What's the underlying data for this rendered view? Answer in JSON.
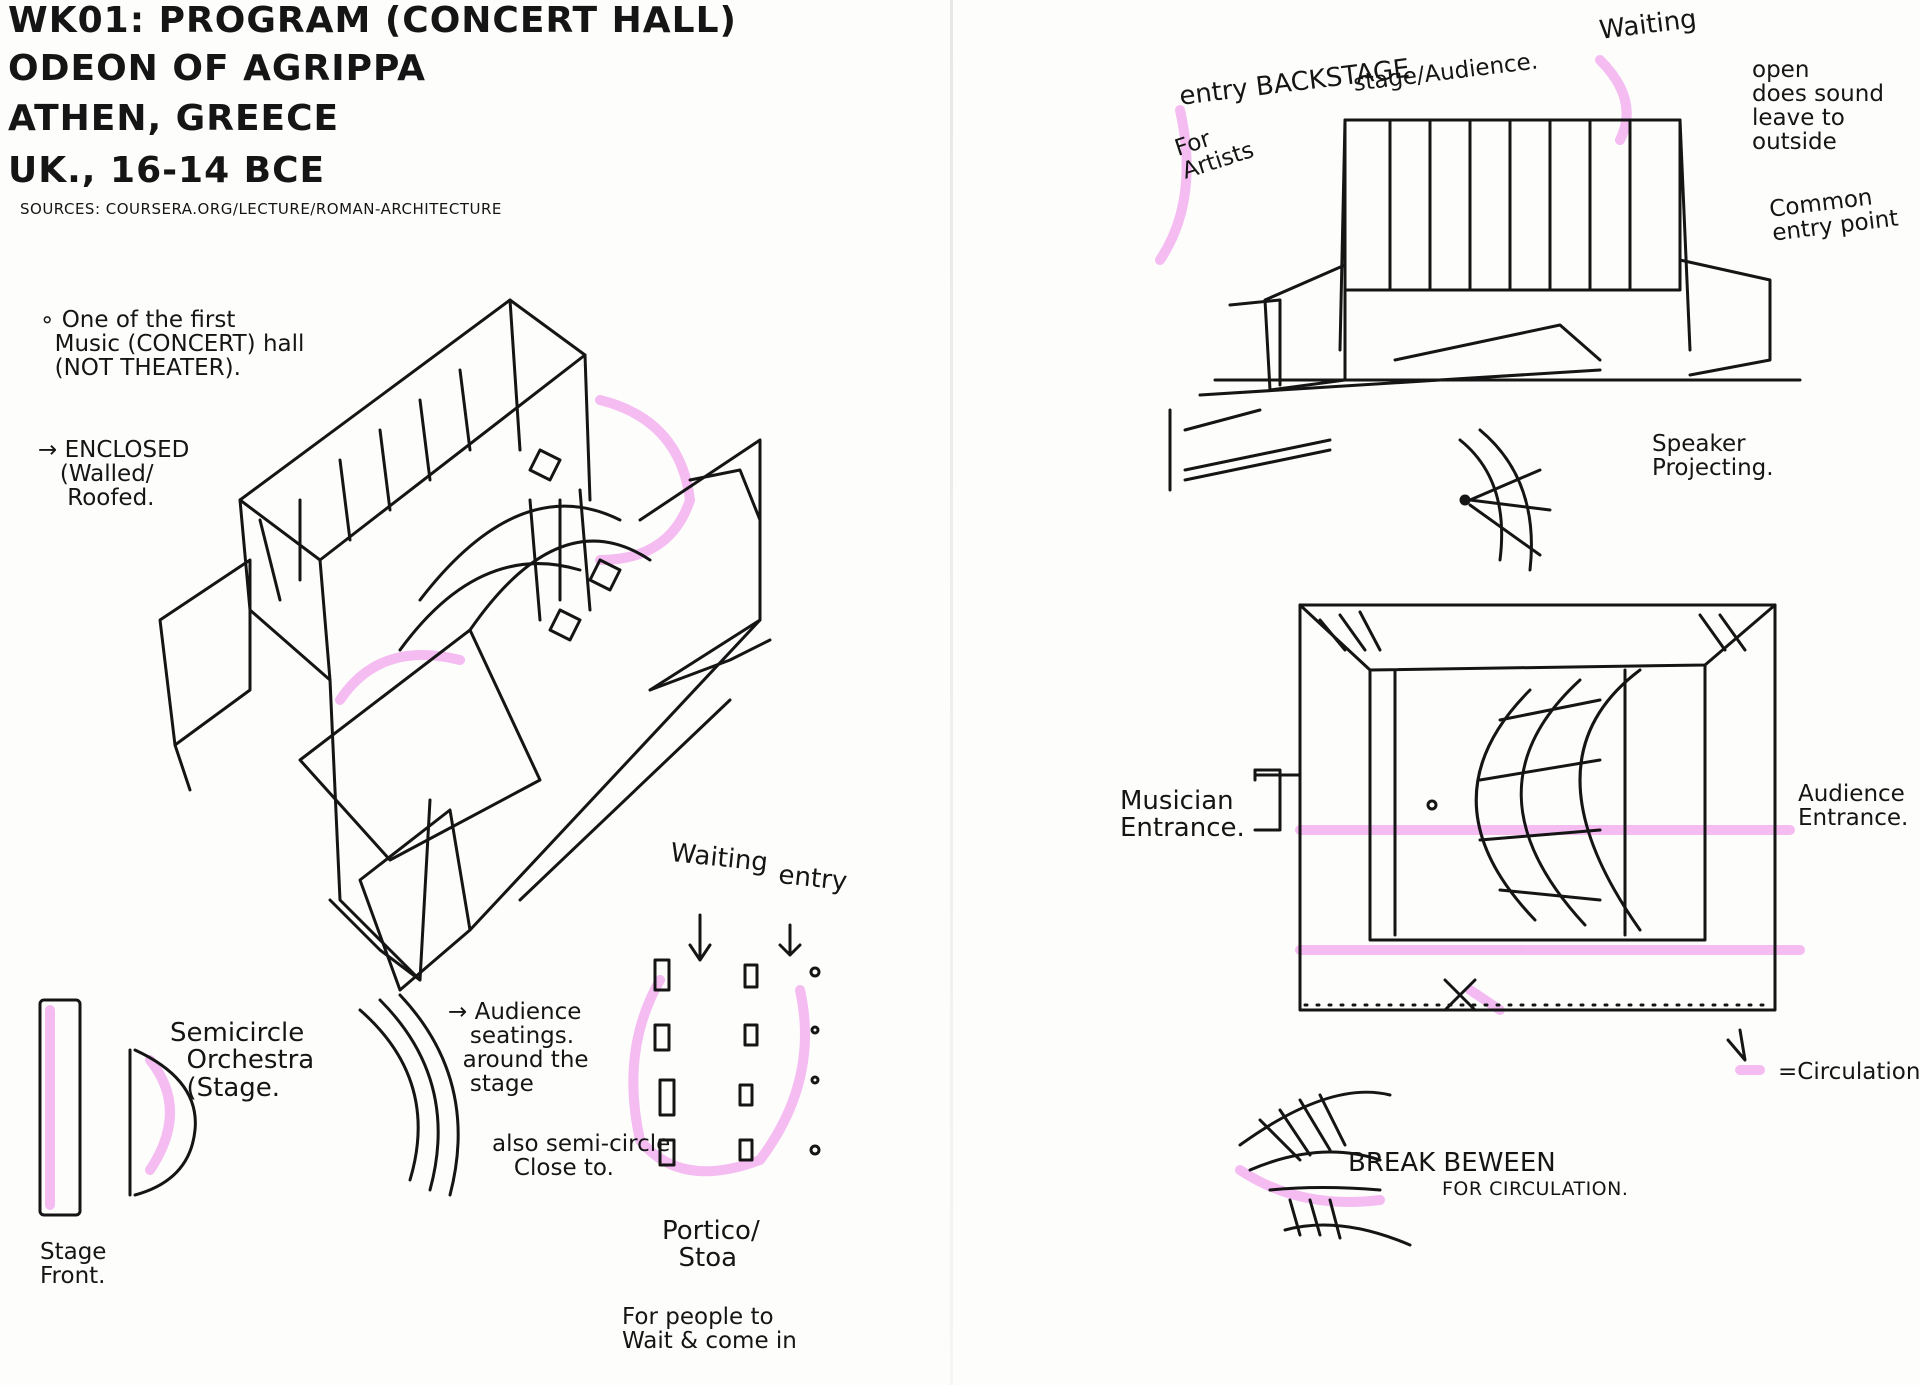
{
  "header": {
    "title_line1": "WK01: PROGRAM (CONCERT HALL)",
    "title_line2": "ODEON OF AGRIPPA",
    "title_line3": "ATHEN, GREECE",
    "title_line4": "UK., 16-14 BCE",
    "sources": "SOURCES: COURSERA.ORG/LECTURE/ROMAN-ARCHITECTURE"
  },
  "left_notes": {
    "first_concert_hall": "∘ One of the first\n  Music (CONCERT) hall\n  (NOT THEATER).",
    "enclosed": "→ ENCLOSED\n   (Walled/\n    Roofed."
  },
  "bottom_left": {
    "stage_front": "Stage\nFront.",
    "semicircle": "Semicircle\n  Orchestra\n  (Stage.",
    "audience_seatings": "→ Audience\n   seatings.\n  around the\n   stage",
    "also_semicircle": "also semi-circle\n   Close to.",
    "waiting": "Waiting",
    "entry": "entry",
    "portico": "Portico/\n  Stoa",
    "portico_desc": "For people to\nWait & come in"
  },
  "right_notes": {
    "entry_backstage": "entry BACKSTAGE",
    "for_artists": "For\nArtists",
    "stage_audience": "stage/Audience.",
    "waiting": "Waiting",
    "open_sound": "open\ndoes sound\nleave to\noutside",
    "common_entry": "Common\nentry point",
    "speaker_projecting": "Speaker\nProjecting.",
    "musician_entrance": "Musician\nEntrance.",
    "audience_entrance": "Audience\nEntrance.",
    "circulation_legend": "=Circulation.",
    "break_between": "BREAK BEWEEN",
    "for_circulation": "FOR CIRCULATION."
  },
  "colors": {
    "ink": "#151515",
    "highlighter": "#f2a6ef",
    "paper": "#fdfdfb"
  }
}
